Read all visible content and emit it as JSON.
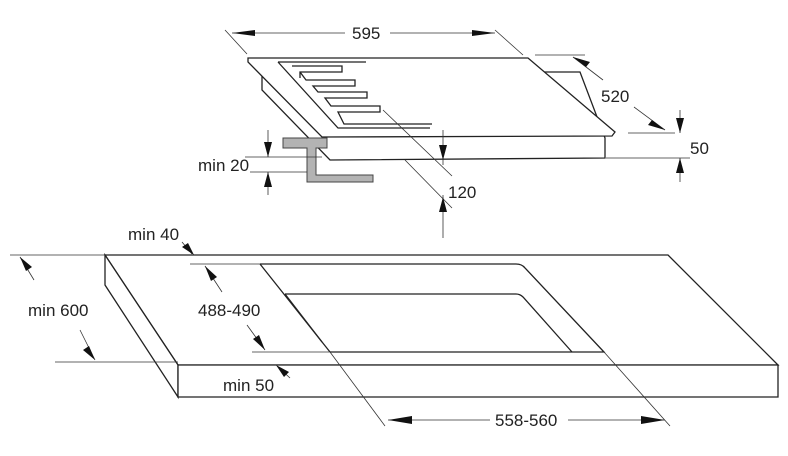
{
  "diagram": {
    "hob_dimensions": {
      "width": "595",
      "depth": "520",
      "height": "50",
      "clearance_front": "min 20",
      "clearance_below": "120"
    },
    "countertop_dimensions": {
      "min_back_distance": "min 40",
      "min_depth": "min 600",
      "cutout_depth": "488-490",
      "min_thickness": "min 50",
      "cutout_width": "558-560"
    }
  }
}
